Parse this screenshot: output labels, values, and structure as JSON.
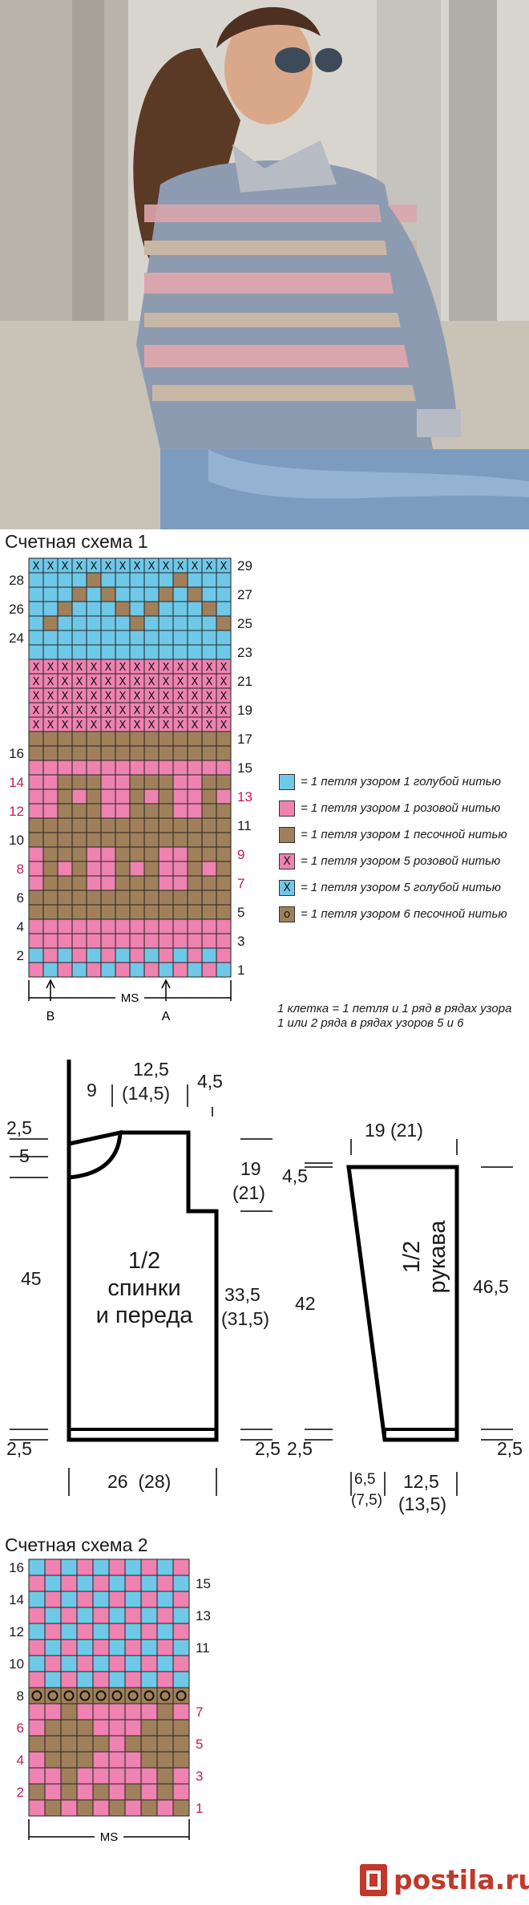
{
  "photo": {
    "description_icon": "woman-wearing-striped-knit-sweater",
    "colors": {
      "blue": "#8d9bb0",
      "pink": "#d9a6ad",
      "sand": "#c9b7a6"
    }
  },
  "chart1": {
    "title": "Счетная схема 1",
    "cols": 14,
    "left_labels": [
      {
        "row": 28,
        "text": "28",
        "color": "#1a1a1a"
      },
      {
        "row": 26,
        "text": "26",
        "color": "#1a1a1a"
      },
      {
        "row": 24,
        "text": "24",
        "color": "#1a1a1a"
      },
      {
        "row": 16,
        "text": "16",
        "color": "#1a1a1a"
      },
      {
        "row": 14,
        "text": "14",
        "color": "#c2185b"
      },
      {
        "row": 12,
        "text": "12",
        "color": "#c2185b"
      },
      {
        "row": 10,
        "text": "10",
        "color": "#1a1a1a"
      },
      {
        "row": 8,
        "text": "8",
        "color": "#c2185b"
      },
      {
        "row": 6,
        "text": "6",
        "color": "#1a1a1a"
      },
      {
        "row": 4,
        "text": "4",
        "color": "#1a1a1a"
      },
      {
        "row": 2,
        "text": "2",
        "color": "#1a1a1a"
      }
    ],
    "right_labels": [
      {
        "row": 29,
        "text": "29",
        "color": "#1a1a1a"
      },
      {
        "row": 27,
        "text": "27",
        "color": "#1a1a1a"
      },
      {
        "row": 25,
        "text": "25",
        "color": "#1a1a1a"
      },
      {
        "row": 23,
        "text": "23",
        "color": "#1a1a1a"
      },
      {
        "row": 21,
        "text": "21",
        "color": "#1a1a1a"
      },
      {
        "row": 19,
        "text": "19",
        "color": "#1a1a1a"
      },
      {
        "row": 17,
        "text": "17",
        "color": "#1a1a1a"
      },
      {
        "row": 15,
        "text": "15",
        "color": "#1a1a1a"
      },
      {
        "row": 13,
        "text": "13",
        "color": "#c2185b"
      },
      {
        "row": 11,
        "text": "11",
        "color": "#1a1a1a"
      },
      {
        "row": 9,
        "text": "9",
        "color": "#c2185b"
      },
      {
        "row": 7,
        "text": "7",
        "color": "#c2185b"
      },
      {
        "row": 5,
        "text": "5",
        "color": "#1a1a1a"
      },
      {
        "row": 3,
        "text": "3",
        "color": "#1a1a1a"
      },
      {
        "row": 1,
        "text": "1",
        "color": "#1a1a1a"
      }
    ],
    "rows": [
      "XXXXXXXXXXXXXX",
      "BBBBSBBBBBSBBB",
      "BBBSBSBBBSBSBB",
      "BBSBBBSBSBBBSB",
      "BSBBBBBSBBBBBS",
      "BBBBBBBBBBBBBB",
      "BBBBBBBBBBBBBB",
      "YYYYYYYYYYYYYY",
      "YYYYYYYYYYYYYY",
      "YYYYYYYYYYYYYY",
      "YYYYYYYYYYYYYY",
      "YYYYYYYYYYYYYY",
      "SSSSSSSSSSSSSS",
      "SSSSSSSSSSSSSS",
      "PPPPPPPPPPPPPP",
      "PPSSSPPSSSPPSSS",
      "PPSPSPPSPSPPSPS",
      "PPSSSPPSSSPPSSS",
      "SSSSSSSSSSSSSS",
      "SSSSSSSSSSSSSS",
      "PSSSPPSSSPPSSS",
      "PSPSPPSPSPPSPS",
      "PSSSPPSSSPPSSS",
      "SSSSSSSSSSSSSS",
      "SSSSSSSSSSSSSS",
      "PPPPPPPPPPPPPP",
      "PPPPPPPPPPPPPP",
      "BPBPBPBPBPBPBP",
      "PBPBPBPBPBPBPB"
    ],
    "bottom": {
      "left_mark": "B",
      "center": "MS",
      "right_mark": "A"
    }
  },
  "legend": [
    {
      "key": "B",
      "color": "#6fc8e8",
      "symbol": "",
      "text": "= 1 петля узором 1 голубой нитью"
    },
    {
      "key": "P",
      "color": "#ee82b0",
      "symbol": "",
      "text": "= 1 петля узором 1 розовой нитью"
    },
    {
      "key": "S",
      "color": "#a0805b",
      "symbol": "",
      "text": "= 1 петля узором 1 песочной нитью"
    },
    {
      "key": "Y",
      "color": "#ee82b0",
      "symbol": "X",
      "text": "= 1 петля узором 5 розовой нитью"
    },
    {
      "key": "X",
      "color": "#6fc8e8",
      "symbol": "X",
      "text": "= 1 петля узором 5 голубой нитью"
    },
    {
      "key": "O",
      "color": "#a0805b",
      "symbol": "o",
      "text": "= 1 петля узором 6 песочной нитью"
    }
  ],
  "legend_note": "1 клетка = 1 петля и 1 ряд в рядах узора 1 или 2 ряда в рядах узоров 5 и 6",
  "schematic": {
    "body_label": [
      "1/2",
      "спинки",
      "и переда"
    ],
    "sleeve_label": [
      "1/2",
      "рукава"
    ],
    "dims": {
      "neck_left": "9",
      "neck_width": [
        "12,5",
        "(14,5)"
      ],
      "shoulder_drop": "4,5",
      "neck_depth_back": "2,5",
      "neck_depth_front": "5",
      "armhole": [
        "19",
        "(21)"
      ],
      "side": [
        "33,5",
        "(31,5)"
      ],
      "total_length": "45",
      "rib_left": "2,5",
      "rib_right": "2,5",
      "width": "26  (28)",
      "sleeve_top": "19 (21)",
      "sleeve_cap": "4,5",
      "sleeve_length_left": "42",
      "sleeve_length_right": "46,5",
      "sleeve_rib_left": "2,5",
      "sleeve_rib_right": "2,5",
      "sleeve_bottom_a": [
        "6,5",
        "(7,5)"
      ],
      "sleeve_bottom_b": [
        "12,5",
        "(13,5)"
      ]
    }
  },
  "chart2": {
    "title": "Счетная схема 2",
    "cols": 10,
    "left_labels": [
      {
        "row": 16,
        "text": "16",
        "color": "#1a1a1a"
      },
      {
        "row": 14,
        "text": "14",
        "color": "#1a1a1a"
      },
      {
        "row": 12,
        "text": "12",
        "color": "#1a1a1a"
      },
      {
        "row": 10,
        "text": "10",
        "color": "#1a1a1a"
      },
      {
        "row": 8,
        "text": "8",
        "color": "#1a1a1a"
      },
      {
        "row": 6,
        "text": "6",
        "color": "#c2185b"
      },
      {
        "row": 4,
        "text": "4",
        "color": "#c2185b"
      },
      {
        "row": 2,
        "text": "2",
        "color": "#c2185b"
      }
    ],
    "right_labels": [
      {
        "row": 15,
        "text": "15",
        "color": "#1a1a1a"
      },
      {
        "row": 13,
        "text": "13",
        "color": "#1a1a1a"
      },
      {
        "row": 11,
        "text": "11",
        "color": "#1a1a1a"
      },
      {
        "row": 7,
        "text": "7",
        "color": "#c2185b"
      },
      {
        "row": 5,
        "text": "5",
        "color": "#c2185b"
      },
      {
        "row": 3,
        "text": "3",
        "color": "#c2185b"
      },
      {
        "row": 1,
        "text": "1",
        "color": "#c2185b"
      }
    ],
    "rows": [
      "BPBPBPBPBP",
      "PBPBPBPBPB",
      "BPBPBPBPBP",
      "PBPBPBPBPB",
      "BPBPBPBPBP",
      "PBPBPBPBPB",
      "BPBPBPBPBP",
      "PBPBPBPBPB",
      "OOOOOOOOOO",
      "PPSPPPPPSP",
      "PSSSPPPSSS",
      "SSSSSPSSSS",
      "PSSSPPPSSS",
      "PPSPPPPPSP",
      "SPSPSPSPSP",
      "PSPSPSPSPS"
    ],
    "bottom": {
      "center": "MS"
    }
  },
  "watermark": {
    "text": "postila.ru",
    "color": "#c0392b"
  }
}
